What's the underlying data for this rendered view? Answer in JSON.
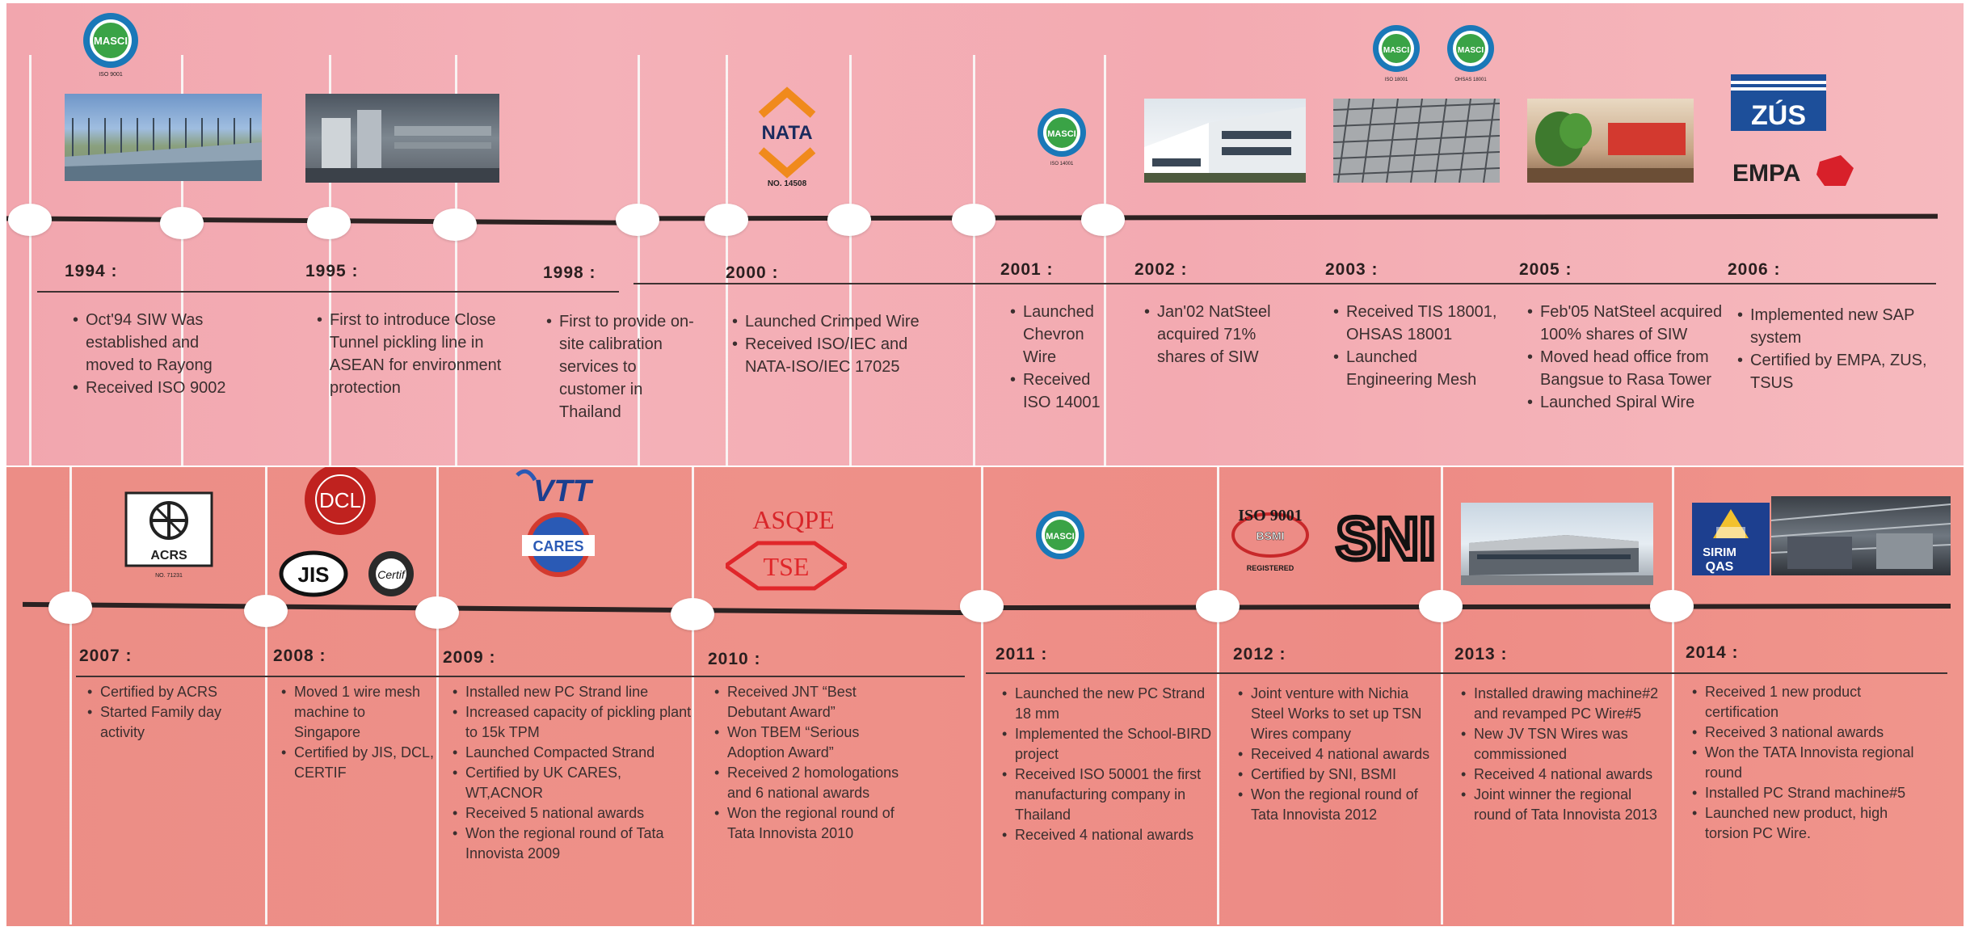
{
  "top_band": {
    "milestones": [
      {
        "year": "1994 :",
        "items": [
          "Oct'94 SIW Was established and moved to Rayong",
          "Received ISO 9002"
        ]
      },
      {
        "year": "1995 :",
        "items": [
          "First to introduce Close Tunnel pickling line in ASEAN for environment protection"
        ]
      },
      {
        "year": "1998 :",
        "items": [
          "First to provide on-site calibration services to customer in Thailand"
        ]
      },
      {
        "year": "2000 :",
        "items": [
          "Launched Crimped Wire",
          "Received ISO/IEC and NATA-ISO/IEC 17025"
        ]
      },
      {
        "year": "2001 :",
        "items": [
          "Launched Chevron Wire",
          "Received ISO 14001"
        ]
      },
      {
        "year": "2002 :",
        "items": [
          "Jan'02 NatSteel acquired 71% shares of SIW"
        ]
      },
      {
        "year": "2003 :",
        "items": [
          "Received TIS 18001, OHSAS 18001",
          "Launched Engineering Mesh"
        ]
      },
      {
        "year": "2005 :",
        "items": [
          "Feb'05 NatSteel acquired 100% shares of SIW",
          "Moved head office from Bangsue to Rasa Tower",
          "Launched Spiral Wire"
        ]
      },
      {
        "year": "2006 :",
        "items": [
          "Implemented new SAP system",
          "Certified by EMPA, ZUS, TSUS"
        ]
      }
    ]
  },
  "bottom_band": {
    "milestones": [
      {
        "year": "2007 :",
        "items": [
          "Certified by ACRS",
          "Started Family day activity"
        ]
      },
      {
        "year": "2008 :",
        "items": [
          "Moved 1 wire mesh machine to Singapore",
          "Certified by JIS, DCL, CERTIF"
        ]
      },
      {
        "year": "2009 :",
        "items": [
          "Installed new PC Strand line",
          "Increased capacity of pickling plant to 15k TPM",
          "Launched Compacted Strand",
          "Certified by UK CARES, WT,ACNOR",
          "Received 5 national awards",
          "Won the regional round of Tata Innovista 2009"
        ]
      },
      {
        "year": "2010 :",
        "items": [
          "Received JNT “Best Debutant Award”",
          "Won TBEM “Serious Adoption Award”",
          "Received 2 homologations and 6 national awards",
          "Won the regional round of Tata Innovista 2010"
        ]
      },
      {
        "year": "2011 :",
        "items": [
          "Launched the new PC Strand 18 mm",
          "Implemented the School-BIRD project",
          "Received ISO 50001 the first manufacturing company in Thailand",
          "Received 4 national awards"
        ]
      },
      {
        "year": "2012 :",
        "items": [
          "Joint venture with Nichia Steel Works to set up TSN Wires company",
          "Received 4 national awards",
          "Certified by SNI, BSMI",
          "Won the regional round of Tata Innovista 2012"
        ]
      },
      {
        "year": "2013 :",
        "items": [
          "Installed drawing machine#2 and revamped PC Wire#5",
          "New JV TSN Wires was commissioned",
          "Received 4 national awards",
          "Joint winner the regional round of Tata Innovista 2013"
        ]
      },
      {
        "year": "2014 :",
        "items": [
          "Received 1 new product certification",
          "Received 3 national awards",
          "Won the TATA Innovista regional round",
          "Installed PC Strand machine#5",
          "Launched new product, high torsion PC Wire."
        ]
      }
    ]
  },
  "logos": {
    "masci": "MASCI",
    "iso9001_caption": "ISO 9001",
    "iso14001_caption": "ISO 14001",
    "iso18001_caption": "ISO 18001",
    "ohsas18001_caption": "OHSAS 18001",
    "nata": "NATA",
    "nata_no": "NO. 14508",
    "zus": "ZÚS",
    "empa": "EMPA",
    "acrs": "ACRS",
    "acrs_no": "NO. 71231",
    "dcl": "DCL",
    "jis": "JIS",
    "certif": "Certif",
    "vtt": "VTT",
    "cares": "CARES",
    "asqpe": "ASQPE",
    "tse": "TSE",
    "iso9001_bsmi": "ISO 9001",
    "bsmi": "BSMI",
    "registered": "REGISTERED",
    "sni": "SNI",
    "sirim_top": "SIRIM",
    "sirim_bottom": "QAS"
  },
  "colors": {
    "top_band": "#f3aab1",
    "bottom_band": "#ed8b85",
    "timeline": "#2c2222",
    "masci_blue": "#1a78b8",
    "masci_green": "#3aa346",
    "nata_orange": "#f08a1c",
    "zus_blue": "#1d4f9a",
    "empa_red": "#d8202a",
    "tse_red": "#e0262a",
    "cares_blue": "#2a5ab5",
    "sni_black": "#111111"
  }
}
